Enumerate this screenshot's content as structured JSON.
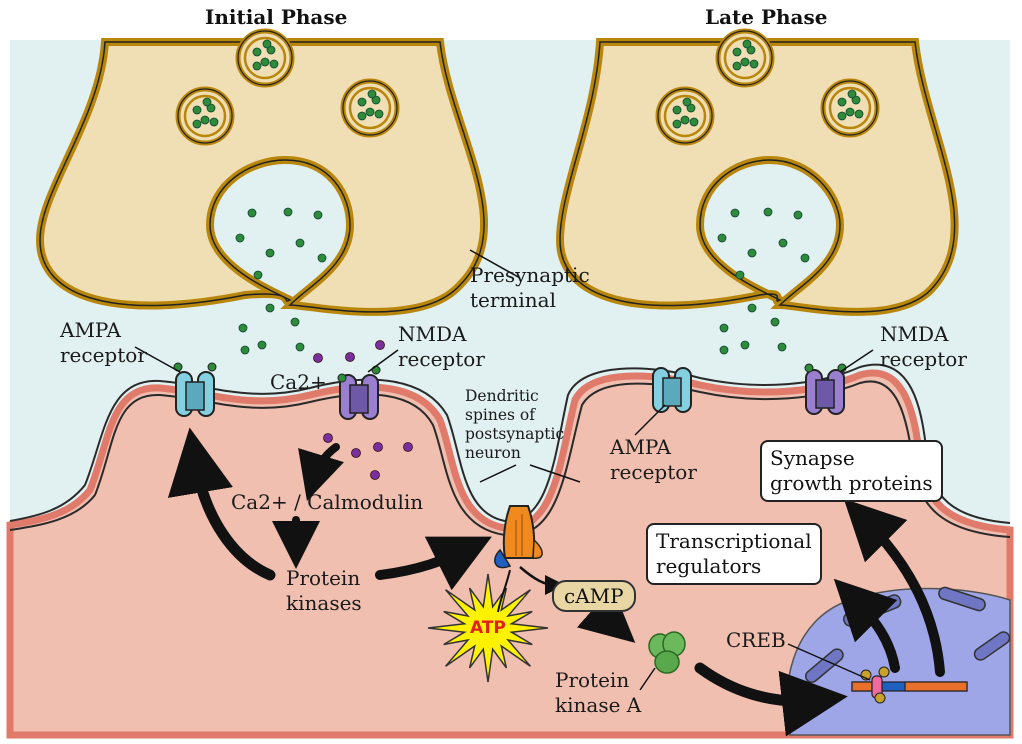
{
  "headers": {
    "initial": "Initial Phase",
    "late": "Late Phase"
  },
  "labels": {
    "presynaptic": "Presynaptic\nterminal",
    "ampa_left": "AMPA\nreceptor",
    "nmda_left": "NMDA\nreceptor",
    "ca": "Ca2+",
    "dendritic": "Dendritic\nspines of\npostsynaptic\nneuron",
    "calmodulin": "Ca2+ / Calmodulin",
    "protein_kinases": "Protein\nkinases",
    "camp": "cAMP",
    "atp": "ATP",
    "pka": "Protein\nkinase A",
    "creb": "CREB",
    "ampa_right": "AMPA\nreceptor",
    "nmda_right": "NMDA\nreceptor",
    "transcriptional": "Transcriptional\nregulators",
    "synapse_growth": "Synapse\ngrowth proteins"
  },
  "colors": {
    "background": "#e1f0f1",
    "postsynaptic": "#f0bfb0",
    "membrane": "#e07a6a",
    "terminal": "#f0deb4",
    "terminal_outline": "#b8860b",
    "vesicle_dot": "#2e8b3a",
    "calcium_dot": "#7a2f9e",
    "ampa": "#84cfe0",
    "nmda": "#9a7fd0",
    "nucleus": "#9ea6e8",
    "atp_star": "#fff200"
  }
}
